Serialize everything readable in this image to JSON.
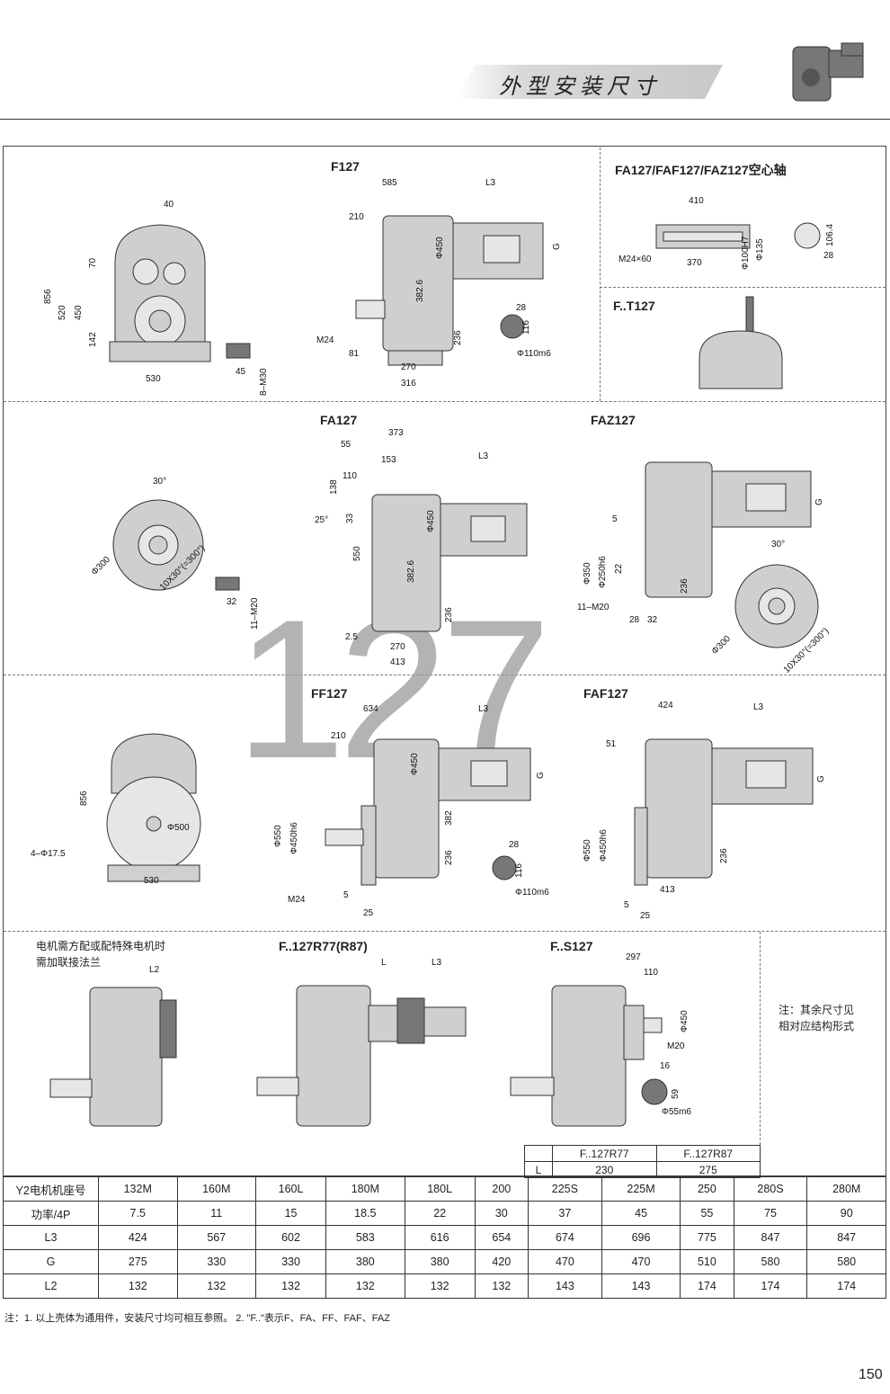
{
  "header": {
    "title": "外型安装尺寸"
  },
  "watermark": "127",
  "sections": {
    "f": {
      "title": "F127",
      "dims": [
        "585",
        "L3",
        "210",
        "Φ450",
        "G",
        "382.6",
        "236",
        "M24",
        "81",
        "270",
        "316",
        "28",
        "116",
        "Φ110m6"
      ]
    },
    "front": {
      "dims": [
        "40",
        "70",
        "856",
        "520",
        "450",
        "142",
        "530",
        "45",
        "8–M30"
      ]
    },
    "fa_hollow": {
      "title": "FA127/FAF127/FAZ127空心轴",
      "dims": [
        "410",
        "Φ100H7",
        "Φ135",
        "M24×60",
        "370",
        "106.4",
        "28"
      ]
    },
    "ft": {
      "title": "F..T127"
    },
    "fa": {
      "title": "FA127",
      "dims": [
        "373",
        "55",
        "153",
        "L3",
        "110",
        "138",
        "25°",
        "33",
        "Φ450",
        "550",
        "382.6",
        "236",
        "2.5",
        "270",
        "413"
      ]
    },
    "fa_flange": {
      "dims": [
        "30°",
        "Φ300",
        "10X30°(=300°)",
        "32",
        "11–M20"
      ]
    },
    "faz": {
      "title": "FAZ127",
      "dims": [
        "G",
        "5",
        "Φ350",
        "Φ250h6",
        "22",
        "236",
        "11–M20",
        "28",
        "32",
        "30°",
        "Φ300",
        "10X30°(=300°)"
      ]
    },
    "ff_front": {
      "dims": [
        "856",
        "Φ500",
        "4–Φ17.5",
        "530"
      ]
    },
    "ff": {
      "title": "FF127",
      "dims": [
        "634",
        "L3",
        "210",
        "Φ450",
        "G",
        "Φ550",
        "Φ450h6",
        "382",
        "236",
        "M24",
        "5",
        "25",
        "28",
        "116",
        "Φ110m6"
      ]
    },
    "faf": {
      "title": "FAF127",
      "dims": [
        "424",
        "L3",
        "51",
        "G",
        "Φ550",
        "Φ450h6",
        "236",
        "413",
        "5",
        "25"
      ]
    },
    "motor_note": {
      "lines": [
        "电机需方配或配特殊电机时",
        "需加联接法兰"
      ],
      "dims": [
        "L2"
      ]
    },
    "r77": {
      "title": "F..127R77(R87)",
      "dims": [
        "L",
        "L3"
      ]
    },
    "s": {
      "title": "F..S127",
      "dims": [
        "297",
        "110",
        "Φ450",
        "M20",
        "16",
        "59",
        "Φ55m6"
      ]
    },
    "side_note": {
      "lines": [
        "注：其余尺寸见",
        "相对应结构形式"
      ]
    }
  },
  "small_table": {
    "header": [
      "",
      "F..127R77",
      "F..127R87"
    ],
    "row": [
      "L",
      "230",
      "275"
    ]
  },
  "main_table": {
    "rows": [
      [
        "Y2电机机座号",
        "132M",
        "160M",
        "160L",
        "180M",
        "180L",
        "200",
        "225S",
        "225M",
        "250",
        "280S",
        "280M"
      ],
      [
        "功率/4P",
        "7.5",
        "11",
        "15",
        "18.5",
        "22",
        "30",
        "37",
        "45",
        "55",
        "75",
        "90"
      ],
      [
        "L3",
        "424",
        "567",
        "602",
        "583",
        "616",
        "654",
        "674",
        "696",
        "775",
        "847",
        "847"
      ],
      [
        "G",
        "275",
        "330",
        "330",
        "380",
        "380",
        "420",
        "470",
        "470",
        "510",
        "580",
        "580"
      ],
      [
        "L2",
        "132",
        "132",
        "132",
        "132",
        "132",
        "132",
        "143",
        "143",
        "174",
        "174",
        "174"
      ]
    ]
  },
  "footnote": "注：1. 以上壳体为通用件，安装尺寸均可相互参照。   2. \"F..\"表示F、FA、FF、FAF、FAZ",
  "page_number": "150"
}
